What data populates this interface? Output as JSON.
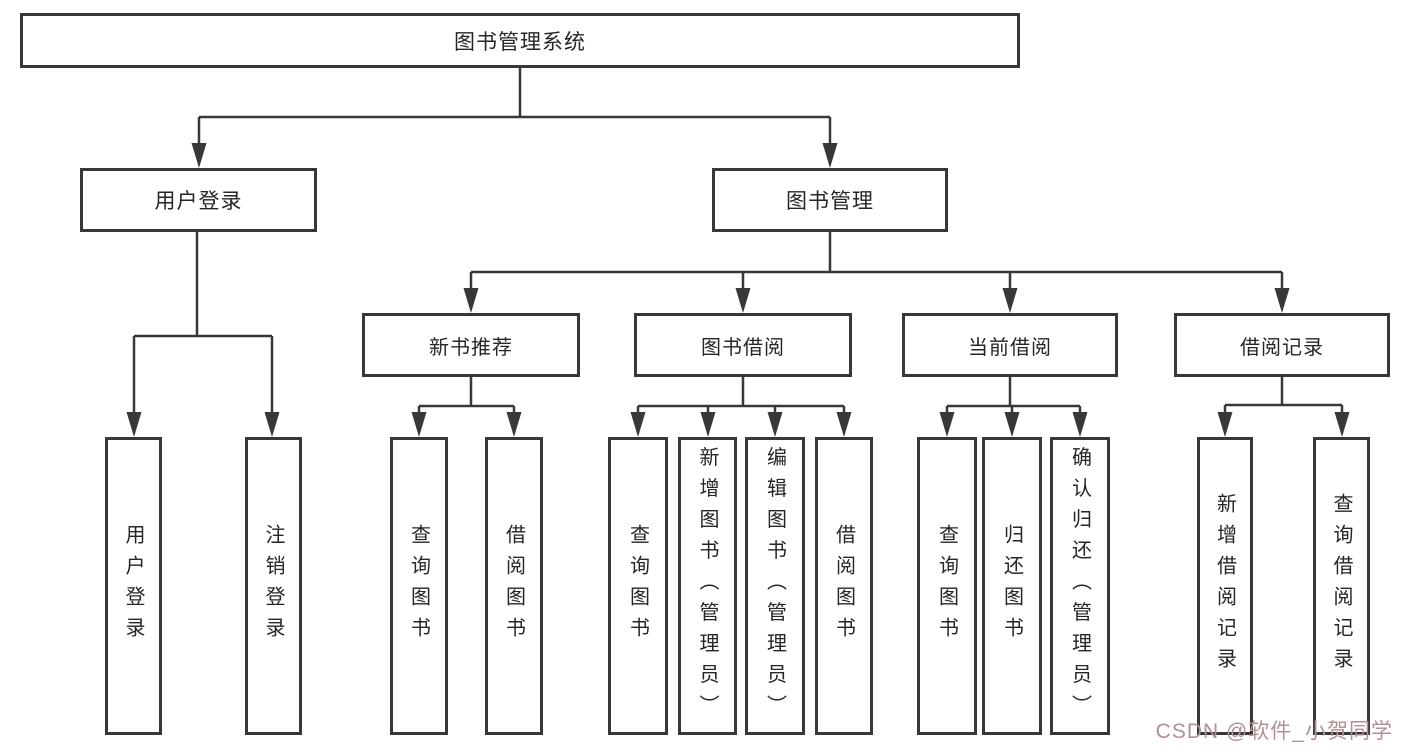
{
  "diagram": {
    "root": {
      "label": "图书管理系统"
    },
    "branches": [
      {
        "label": "用户登录",
        "children": [
          {
            "label": "用户登录"
          },
          {
            "label": "注销登录"
          }
        ]
      },
      {
        "label": "图书管理",
        "children": [
          {
            "label": "新书推荐",
            "children": [
              {
                "label": "查询图书"
              },
              {
                "label": "借阅图书"
              }
            ]
          },
          {
            "label": "图书借阅",
            "children": [
              {
                "label": "查询图书"
              },
              {
                "label": "新增图书（管理员）"
              },
              {
                "label": "编辑图书（管理员）"
              },
              {
                "label": "借阅图书"
              }
            ]
          },
          {
            "label": "当前借阅",
            "children": [
              {
                "label": "查询图书"
              },
              {
                "label": "归还图书"
              },
              {
                "label": "确认归还（管理员）"
              }
            ]
          },
          {
            "label": "借阅记录",
            "children": [
              {
                "label": "新增借阅记录"
              },
              {
                "label": "查询借阅记录"
              }
            ]
          }
        ]
      }
    ]
  },
  "watermark": {
    "text": "CSDN @软件_小贺同学"
  },
  "colors": {
    "line": "#383838",
    "text": "#262626",
    "background": "#ffffff",
    "watermark": "#b29093"
  }
}
